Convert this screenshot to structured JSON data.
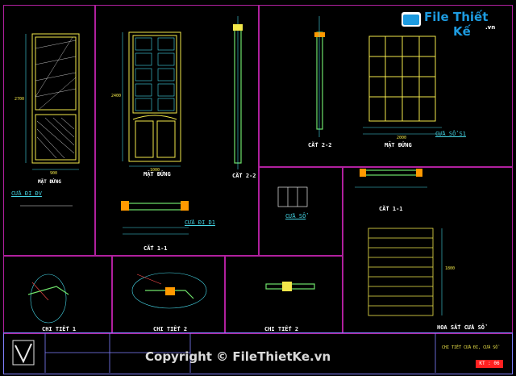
{
  "watermark": {
    "brand_file": "File",
    "brand_rest": "Thiết Kế",
    "brand_tld": ".vn",
    "copyright": "Copyright © FileThietKe.vn"
  },
  "views": {
    "mat_dung_1": "MẶT ĐỨNG",
    "mat_dung_2": "MẶT ĐỨNG",
    "mat_dung_3": "MẶT ĐỨNG",
    "cat_2_2_a": "CẮT 2-2",
    "cat_2_2_b": "CẮT 2-2",
    "cat_1_1_a": "CẮT 1-1",
    "cat_1_1_b": "CẮT 1-1",
    "chi_tiet_1": "CHI TIẾT 1",
    "chi_tiet_2a": "CHI TIẾT 2",
    "chi_tiet_2b": "CHI TIẾT 2",
    "hoa_sat": "HOA SẮT CỬA SỔ"
  },
  "codes": {
    "d1": "CỬA ĐI ĐV",
    "d2": "CỬA ĐI D1",
    "s1": "CỬA SỔ S1",
    "s2": "CỬA SỔ"
  },
  "dims": {
    "d900": "900",
    "d1000": "1000",
    "d2700": "2700",
    "d2400": "2400",
    "d2000": "2000",
    "d1800": "1800"
  },
  "title_block": {
    "sheet": "KT : 06",
    "project": "CHI TIẾT CỬA ĐI, CỬA SỔ"
  }
}
